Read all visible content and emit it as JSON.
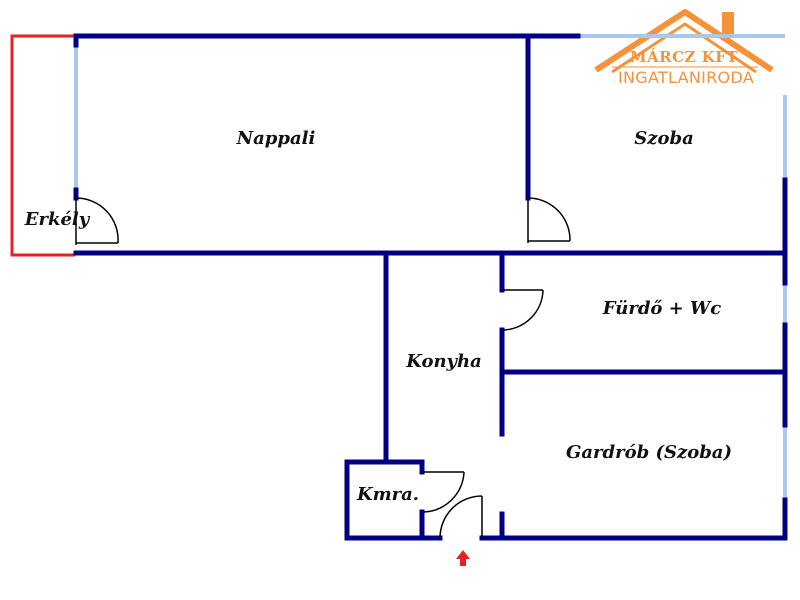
{
  "logo": {
    "line1": "MÁRCZ KFT",
    "line2": "INGATLANIRODA",
    "color": "#F5923A"
  },
  "rooms": {
    "nappali": "Nappali",
    "szoba": "Szoba",
    "erkely": "Erkély",
    "furdo": "Fürdő + Wc",
    "konyha": "Konyha",
    "gardrob": "Gardrób (Szoba)",
    "kamra": "Kmra."
  },
  "colors": {
    "wall": "#000080",
    "window": "#A8C8EC",
    "balcony": "#E32222",
    "door": "#000000",
    "entrance_arrow": "#E32222"
  },
  "icons": {
    "entrance": "up-arrow-icon"
  }
}
